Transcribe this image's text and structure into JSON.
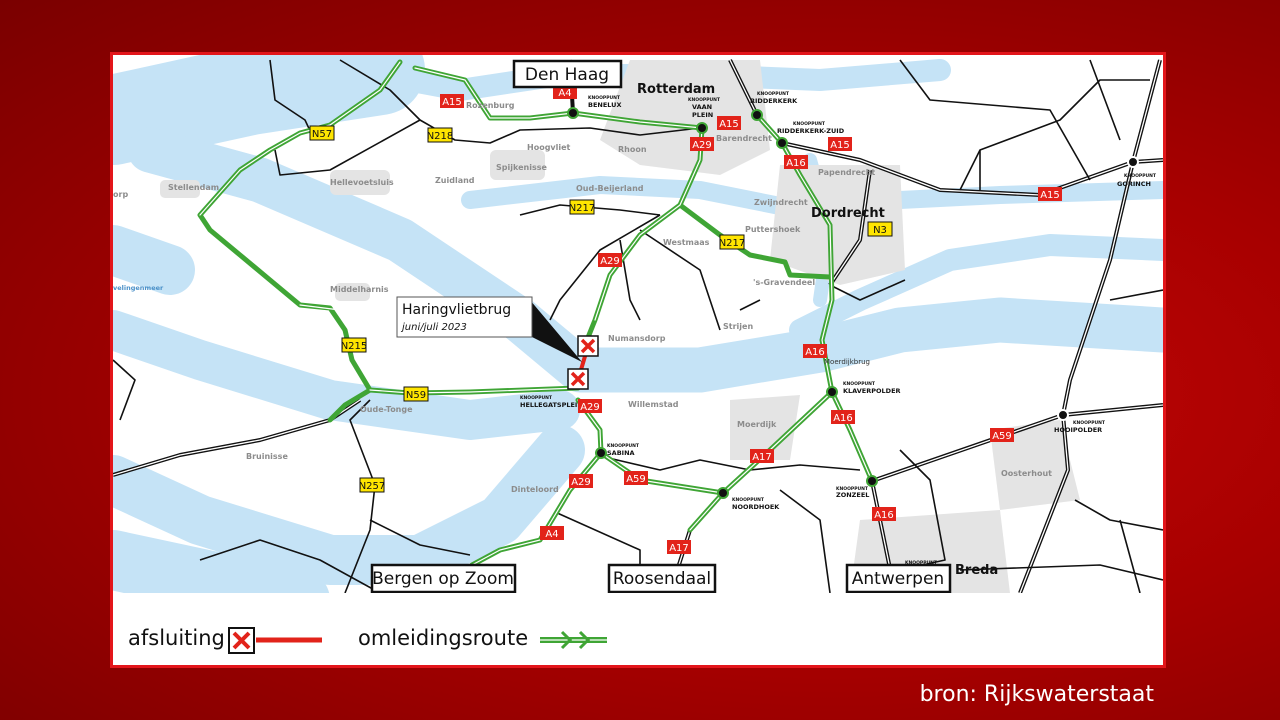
{
  "map": {
    "city_boxes": [
      "Den Haag",
      "Bergen op Zoom",
      "Roosendaal",
      "Antwerpen"
    ],
    "cities": [
      "Rotterdam",
      "Dordrecht",
      "Breda"
    ],
    "places": [
      "Rozenburg",
      "Hoogvliet",
      "Rhoon",
      "Spijkenisse",
      "Hellevoetsluis",
      "Zuidland",
      "Oud-Beijerland",
      "Stellendam",
      "orp",
      "velingenmeer",
      "Middelharnis",
      "Westmaas",
      "Puttershoek",
      "Zwijndrecht",
      "Papendrecht",
      "Barendrecht",
      "'s-Gravendeel",
      "Strijen",
      "Numansdorp",
      "Willemstad",
      "Moerdijk",
      "Oude-Tonge",
      "Bruinisse",
      "Dinteloord",
      "Oosterhout",
      "Moerdijkbrug"
    ],
    "knooppunt_prefix": "KNOOPPUNT",
    "knooppunten": [
      "BENELUX",
      "VAAN",
      "PLEIN",
      "RIDDERKERK",
      "RIDDERKERK-ZUID",
      "GORINCH",
      "HELLEGATSPLEIN",
      "SABINA",
      "KLAVERPOLDER",
      "HOOIPOLDER",
      "ZONZEEL",
      "NOORDHOEK"
    ],
    "highway_shields": [
      "A15",
      "A4",
      "A15",
      "A29",
      "A16",
      "A15",
      "A15",
      "A29",
      "A16",
      "A29",
      "A16",
      "A59",
      "A17",
      "A59",
      "A29",
      "A4",
      "A16",
      "A17"
    ],
    "provincial_shields": [
      "N57",
      "N218",
      "N217",
      "N217",
      "N3",
      "N215",
      "N59",
      "N257"
    ],
    "callout": {
      "title": "Haringvlietbrug",
      "subtitle": "juni/juli 2023"
    },
    "colors": {
      "water": "#c5e3f6",
      "detour": "#3fa535",
      "closure": "#e2231a",
      "highway_shield": "#e2231a",
      "provincial_shield": "#ffe500",
      "town": "#e4e4e4"
    }
  },
  "legend": {
    "closure_label": "afsluiting",
    "detour_label": "omleidingsroute"
  },
  "source": "bron: Rijkswaterstaat"
}
